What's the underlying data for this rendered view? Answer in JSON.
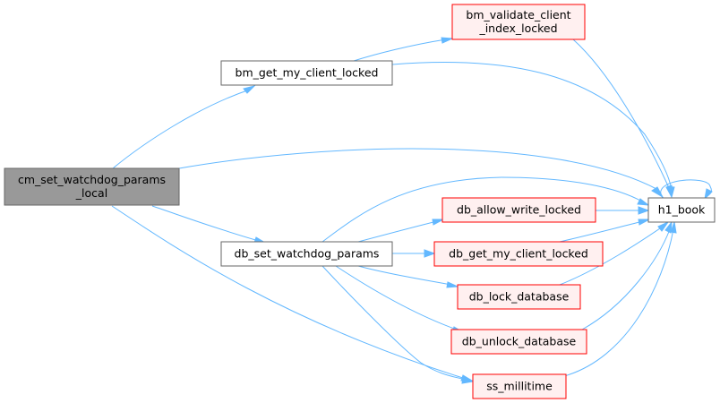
{
  "colors": {
    "edge": "#63b8ff",
    "focus_fill": "#999999",
    "focus_stroke": "#666666",
    "plain_fill": "#ffffff",
    "plain_stroke": "#666666",
    "red_fill": "#fff0f0",
    "red_stroke": "#ff0000"
  },
  "nodes": {
    "cm": {
      "lines": [
        "cm_set_watchdog_params",
        "_local"
      ],
      "style": "focus"
    },
    "bm_get": {
      "lines": [
        "bm_get_my_client_locked"
      ],
      "style": "plain"
    },
    "bm_validate": {
      "lines": [
        "bm_validate_client",
        "_index_locked"
      ],
      "style": "red"
    },
    "db_set": {
      "lines": [
        "db_set_watchdog_params"
      ],
      "style": "plain"
    },
    "db_allow": {
      "lines": [
        "db_allow_write_locked"
      ],
      "style": "red"
    },
    "db_get": {
      "lines": [
        "db_get_my_client_locked"
      ],
      "style": "red"
    },
    "db_lock": {
      "lines": [
        "db_lock_database"
      ],
      "style": "red"
    },
    "db_unlock": {
      "lines": [
        "db_unlock_database"
      ],
      "style": "red"
    },
    "ss": {
      "lines": [
        "ss_millitime"
      ],
      "style": "red"
    },
    "h1": {
      "lines": [
        "h1_book"
      ],
      "style": "plain"
    }
  },
  "edges": [
    {
      "from": "cm",
      "to": "bm_get"
    },
    {
      "from": "cm",
      "to": "h1"
    },
    {
      "from": "cm",
      "to": "db_set"
    },
    {
      "from": "cm",
      "to": "ss"
    },
    {
      "from": "bm_get",
      "to": "bm_validate"
    },
    {
      "from": "bm_get",
      "to": "h1"
    },
    {
      "from": "bm_validate",
      "to": "h1"
    },
    {
      "from": "db_set",
      "to": "h1"
    },
    {
      "from": "db_set",
      "to": "db_allow"
    },
    {
      "from": "db_set",
      "to": "db_get"
    },
    {
      "from": "db_set",
      "to": "db_lock"
    },
    {
      "from": "db_set",
      "to": "db_unlock"
    },
    {
      "from": "db_set",
      "to": "ss"
    },
    {
      "from": "db_allow",
      "to": "h1"
    },
    {
      "from": "db_get",
      "to": "h1"
    },
    {
      "from": "db_lock",
      "to": "h1"
    },
    {
      "from": "db_unlock",
      "to": "h1"
    },
    {
      "from": "ss",
      "to": "h1"
    },
    {
      "from": "h1",
      "to": "h1"
    }
  ]
}
